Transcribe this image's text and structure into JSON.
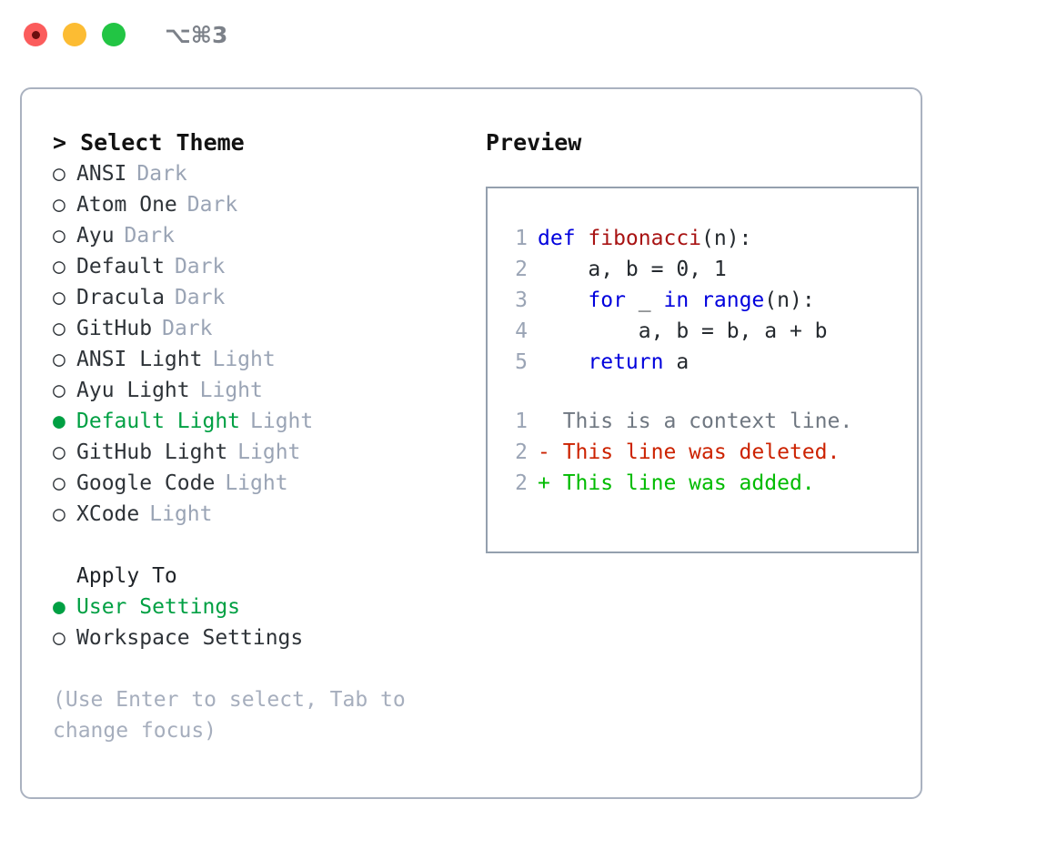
{
  "titlebar": {
    "shortcut": "⌥⌘3",
    "dots": [
      "close-dot",
      "minimize-dot",
      "maximize-dot"
    ]
  },
  "theme_picker": {
    "header": "> Select Theme",
    "items": [
      {
        "bullet": "○",
        "name": "ANSI",
        "badge": "Dark",
        "selected": false
      },
      {
        "bullet": "○",
        "name": "Atom One",
        "badge": "Dark",
        "selected": false
      },
      {
        "bullet": "○",
        "name": "Ayu",
        "badge": "Dark",
        "selected": false
      },
      {
        "bullet": "○",
        "name": "Default",
        "badge": "Dark",
        "selected": false
      },
      {
        "bullet": "○",
        "name": "Dracula",
        "badge": "Dark",
        "selected": false
      },
      {
        "bullet": "○",
        "name": "GitHub",
        "badge": "Dark",
        "selected": false
      },
      {
        "bullet": "○",
        "name": "ANSI Light",
        "badge": "Light",
        "selected": false
      },
      {
        "bullet": "○",
        "name": "Ayu Light",
        "badge": "Light",
        "selected": false
      },
      {
        "bullet": "●",
        "name": "Default Light",
        "badge": "Light",
        "selected": true
      },
      {
        "bullet": "○",
        "name": "GitHub Light",
        "badge": "Light",
        "selected": false
      },
      {
        "bullet": "○",
        "name": "Google Code",
        "badge": "Light",
        "selected": false
      },
      {
        "bullet": "○",
        "name": "XCode",
        "badge": "Light",
        "selected": false
      }
    ]
  },
  "apply_to": {
    "header": "Apply To",
    "items": [
      {
        "bullet": "●",
        "name": "User Settings",
        "selected": true
      },
      {
        "bullet": "○",
        "name": "Workspace Settings",
        "selected": false
      }
    ]
  },
  "hint": "(Use Enter to select, Tab to change focus)",
  "preview": {
    "title": "Preview",
    "code_lines": [
      {
        "num": "1",
        "tokens": [
          {
            "t": "def ",
            "c": "kw"
          },
          {
            "t": "fibonacci",
            "c": "fn"
          },
          {
            "t": "(n):",
            "c": "code-text"
          }
        ]
      },
      {
        "num": "2",
        "tokens": [
          {
            "t": "    a, b = 0, 1",
            "c": "code-text"
          }
        ]
      },
      {
        "num": "3",
        "tokens": [
          {
            "t": "    ",
            "c": "code-text"
          },
          {
            "t": "for",
            "c": "kw"
          },
          {
            "t": " _ ",
            "c": "code-text"
          },
          {
            "t": "in",
            "c": "kw"
          },
          {
            "t": " ",
            "c": "code-text"
          },
          {
            "t": "range",
            "c": "kw"
          },
          {
            "t": "(n):",
            "c": "code-text"
          }
        ]
      },
      {
        "num": "4",
        "tokens": [
          {
            "t": "        a, b = b, a + b",
            "c": "code-text"
          }
        ]
      },
      {
        "num": "5",
        "tokens": [
          {
            "t": "    ",
            "c": "code-text"
          },
          {
            "t": "return",
            "c": "kw"
          },
          {
            "t": " a",
            "c": "code-text"
          }
        ]
      }
    ],
    "diff_lines": [
      {
        "num": "1",
        "text": "  This is a context line.",
        "kind": "diff-ctx"
      },
      {
        "num": "2",
        "text": "- This line was deleted.",
        "kind": "diff-del"
      },
      {
        "num": "2",
        "text": "+ This line was added.",
        "kind": "diff-add"
      }
    ]
  },
  "colors": {
    "accent_green": "#00a043",
    "diff_add_green": "#00bb00",
    "diff_del_red": "#cc2200",
    "keyword_blue": "#0000dd",
    "function_red": "#a81313",
    "muted_grey": "#9aa4b5",
    "border_grey": "#aab2c0"
  }
}
